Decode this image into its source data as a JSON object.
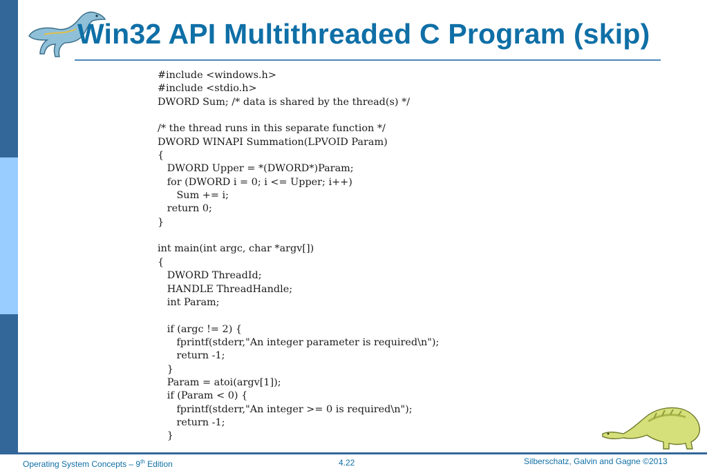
{
  "slide": {
    "title": "Win32 API  Multithreaded C Program (skip)",
    "code_lines": [
      "#include <windows.h>",
      "#include <stdio.h>",
      "DWORD Sum; /* data is shared by the thread(s) */",
      "",
      "/* the thread runs in this separate function */",
      "DWORD WINAPI Summation(LPVOID Param)",
      "{",
      "   DWORD Upper = *(DWORD*)Param;",
      "   for (DWORD i = 0; i <= Upper; i++)",
      "      Sum += i;",
      "   return 0;",
      "}",
      "",
      "int main(int argc, char *argv[])",
      "{",
      "   DWORD ThreadId;",
      "   HANDLE ThreadHandle;",
      "   int Param;",
      "",
      "   if (argc != 2) {",
      "      fprintf(stderr,\"An integer parameter is required\\n\");",
      "      return -1;",
      "   }",
      "   Param = atoi(argv[1]);",
      "   if (Param < 0) {",
      "      fprintf(stderr,\"An integer >= 0 is required\\n\");",
      "      return -1;",
      "   }"
    ]
  },
  "footer": {
    "left_text": "Operating System Concepts – 9",
    "left_sup": "th",
    "left_suffix": " Edition",
    "page_number": "4.22",
    "copyright": "Silberschatz, Galvin and Gagne ©2013"
  },
  "colors": {
    "title": "#0f6fa6",
    "sidebar_dark": "#336699",
    "sidebar_light": "#99ccff"
  },
  "icons": {
    "top_left": "dinosaur-logo-icon",
    "bottom_right": "dinosaur-drinking-icon"
  }
}
